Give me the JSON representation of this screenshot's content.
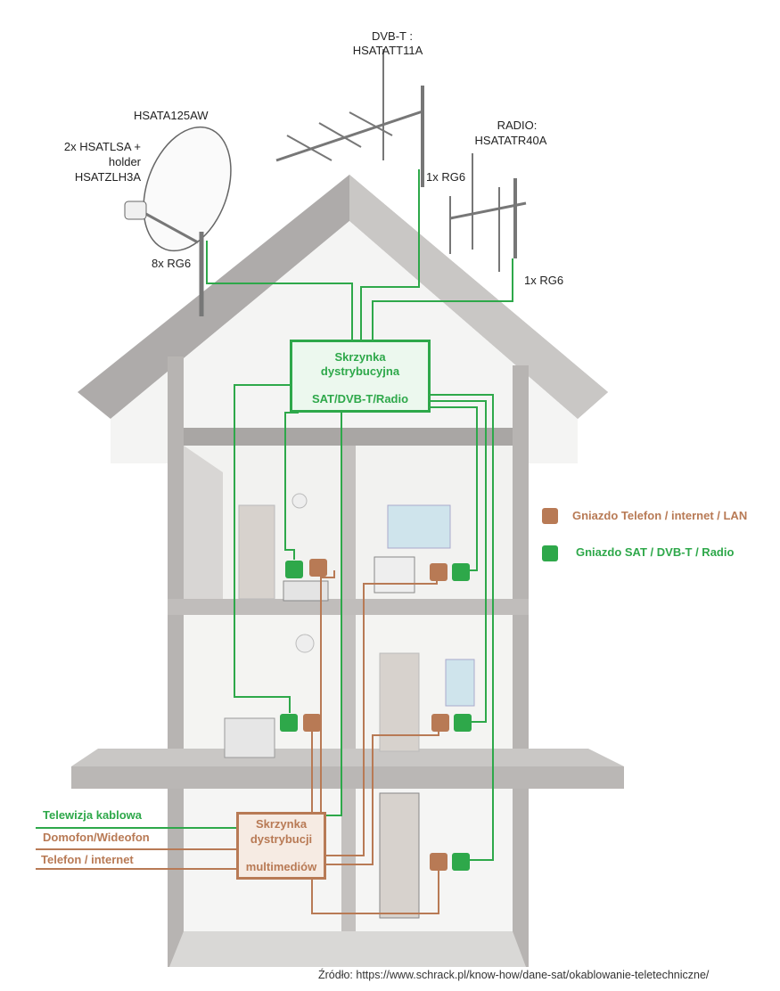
{
  "antennas": {
    "satellite": {
      "model": "HSATA125AW",
      "lnb_line1": "2x HSATLSA +",
      "lnb_line2": "holder",
      "lnb_line3": "HSATZLH3A",
      "cable": "8x RG6"
    },
    "dvbt": {
      "label": "DVB-T :",
      "model": "HSATATT11A",
      "cable": "1x RG6"
    },
    "radio": {
      "label": "RADIO:",
      "model": "HSATATR40A",
      "cable": "1x RG6"
    }
  },
  "distribution_box": {
    "line1": "Skrzynka",
    "line2": "dystrybucyjna",
    "line3": "SAT/DVB-T/Radio"
  },
  "multimedia_box": {
    "line1": "Skrzynka",
    "line2": "dystrybucji",
    "line3": "multimediów"
  },
  "inputs": {
    "cable_tv": "Telewizja kablowa",
    "intercom": "Domofon/Wideofon",
    "phone": "Telefon / internet"
  },
  "legend": {
    "lan": {
      "label": "Gniazdo Telefon / internet / LAN",
      "color": "#b87a55"
    },
    "sat": {
      "label": "Gniazdo SAT / DVB-T / Radio",
      "color": "#2ea84a"
    }
  },
  "colors": {
    "green": "#2ea84a",
    "brown": "#b87a55",
    "wall": "#b7b4b2",
    "wall_light": "#d2d0ce",
    "room": "#f2f2f0"
  },
  "source": "Źródło: https://www.schrack.pl/know-how/dane-sat/okablowanie-teletechniczne/"
}
